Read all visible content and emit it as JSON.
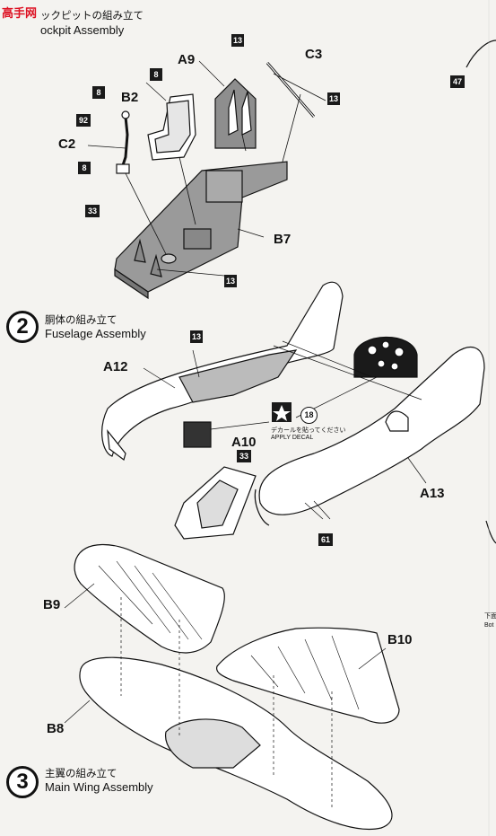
{
  "watermark": {
    "text": "高手网"
  },
  "steps": [
    {
      "number": "",
      "title_jp": "ックピットの組み立て",
      "title_en": "ockpit Assembly"
    },
    {
      "number": "2",
      "title_jp": "胴体の組み立て",
      "title_en": "Fuselage Assembly"
    },
    {
      "number": "3",
      "title_jp": "主翼の組み立て",
      "title_en": "Main Wing Assembly"
    }
  ],
  "parts": {
    "a9": "A9",
    "c3": "C3",
    "b2": "B2",
    "c2": "C2",
    "b7": "B7",
    "a12": "A12",
    "a10": "A10",
    "a13": "A13",
    "b9": "B9",
    "b8": "B8",
    "b10": "B10"
  },
  "codes": {
    "c13_a9": "13",
    "c8_b2": "8",
    "c8_top": "8",
    "c92": "92",
    "c8_c2": "8",
    "c33_step1": "33",
    "c13_c3": "13",
    "c13_b7": "13",
    "c13_a12": "13",
    "c33_a10": "33",
    "c61": "61",
    "c47": "47"
  },
  "decal": {
    "number": "18",
    "text_jp": "デカールを貼ってください",
    "text_en": "APPLY DECAL"
  },
  "edge_text": {
    "line1": "下面",
    "line2": "Bot"
  }
}
